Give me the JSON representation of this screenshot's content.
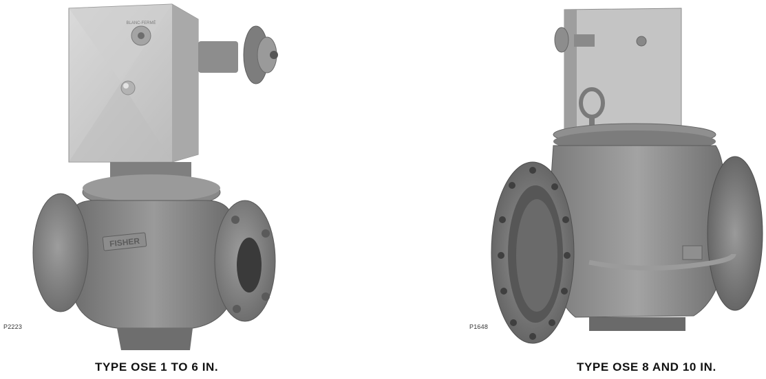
{
  "figures": [
    {
      "photo_code": "P2223",
      "caption": "TYPE OSE 1 TO 6 IN.",
      "body_marking": "FISHER",
      "cover_marking": "BLANC-FERMÉ"
    },
    {
      "photo_code": "P1648",
      "caption": "TYPE OSE 8 AND 10 IN."
    }
  ],
  "colors": {
    "valve_body": "#8a8a8a",
    "valve_shadow": "#5e5e5e",
    "actuator_cover": "#c9c9c9",
    "background": "#ffffff"
  }
}
